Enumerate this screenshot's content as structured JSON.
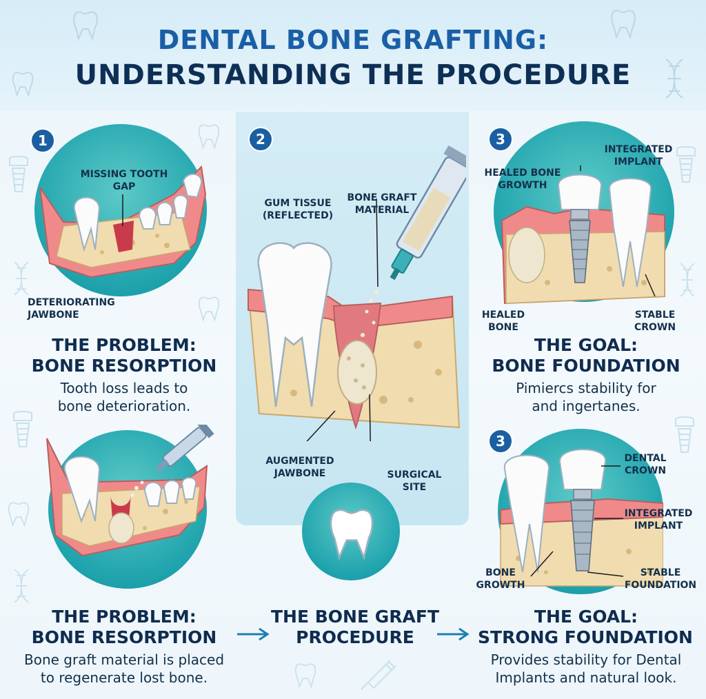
{
  "title": {
    "line1": "DENTAL BONE GRAFTING:",
    "line2": "UNDERSTANDING THE PROCEDURE"
  },
  "steps": {
    "s1": {
      "badge": "1",
      "labels": {
        "gap": "MISSING TOOTH GAP",
        "bone": "DETERIORATING JAWBONE"
      },
      "heading_line1": "THE PROBLEM:",
      "heading_line2": "BONE RESORPTION",
      "desc_line1": "Tooth loss leads to",
      "desc_line2": "bone deterioration."
    },
    "s2": {
      "badge": "2",
      "labels": {
        "gum": "GUM TISSUE (REFLECTED)",
        "graft": "BONE GRAFT MATERIAL",
        "augmented": "AUGMENTED JAWBONE",
        "site": "SURGICAL SITE"
      }
    },
    "s3": {
      "badge": "3",
      "labels": {
        "implant": "INTEGRATED IMPLANT",
        "growth": "HEALED BONE GROWTH",
        "healed": "HEALED BONE",
        "crown": "STABLE CROWN"
      },
      "heading_line1": "THE GOAL:",
      "heading_line2": "BONE FOUNDATION",
      "desc_line1": "Pimiercs stability for",
      "desc_line2": "and ingertanes."
    },
    "s4": {
      "badge": "3",
      "labels": {
        "crown": "DENTAL CROWN",
        "implant": "INTEGRATED IMPLANT",
        "growth": "BONE GROWTH",
        "foundation": "STABLE FOUNDATION"
      }
    }
  },
  "bottom": {
    "col1": {
      "heading_line1": "THE PROBLEM:",
      "heading_line2": "BONE RESORPTION",
      "desc_line1": "Bone graft material is placed",
      "desc_line2": "to regenerate lost bone."
    },
    "col2": {
      "heading_line1": "THE BONE GRAFT",
      "heading_line2": "PROCEDURE"
    },
    "col3": {
      "heading_line1": "THE GOAL:",
      "heading_line2": "STRONG FOUNDATION",
      "desc_line1": "Provides stability for Dental",
      "desc_line2": "Implants and natural look."
    }
  },
  "colors": {
    "accent": "#1b5fa3",
    "teal": "#1fa3ad",
    "gum": "#f08a8a",
    "bone": "#f1dcb0"
  }
}
